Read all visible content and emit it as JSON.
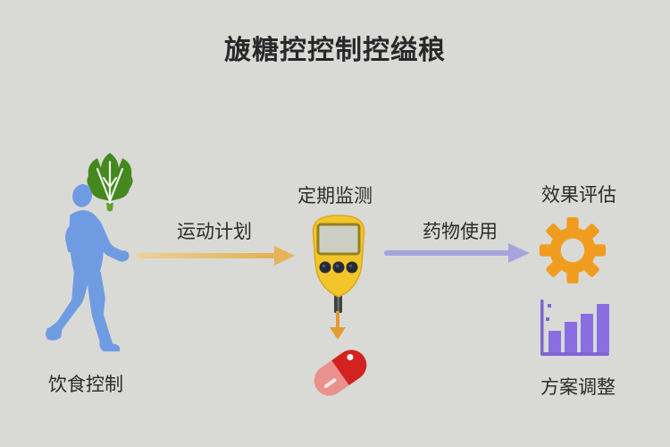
{
  "title": "旇糖控控制控缢稂",
  "background_color": "#d9dad6",
  "text_color": "#2b2b2b",
  "steps": {
    "diet": {
      "label": "饮食控制",
      "icons": [
        "walking-person-icon",
        "leafy-vegetable-icon"
      ]
    },
    "monitor": {
      "label": "定期监测",
      "icons": [
        "glucose-meter-icon"
      ]
    },
    "evaluate": {
      "label": "效果评估",
      "icons": [
        "gear-icon"
      ]
    },
    "adjust": {
      "label": "方案调整",
      "icons": [
        "bar-chart-icon"
      ]
    }
  },
  "connectors": {
    "exercise": {
      "label": "运动计划",
      "direction": "right",
      "color": "#e7bd66"
    },
    "medication": {
      "label": "药物使用",
      "direction": "right",
      "color": "#a8a3dd"
    },
    "to_pill": {
      "label": "",
      "direction": "down",
      "color": "#e49a33"
    }
  },
  "icon_colors": {
    "person_blue": "#6f9be2",
    "vegetable_green": "#43891d",
    "vegetable_light_green": "#5ca32b",
    "meter_body_yellow": "#f2c62a",
    "meter_screen_gray": "#cbcfc3",
    "meter_button_dark": "#252a36",
    "pill_red": "#d32320",
    "pill_pink": "#e9918e",
    "gear_orange": "#f09c1e",
    "chart_purple": "#8a6ee1",
    "chart_axis_purple": "#7e65d6"
  }
}
